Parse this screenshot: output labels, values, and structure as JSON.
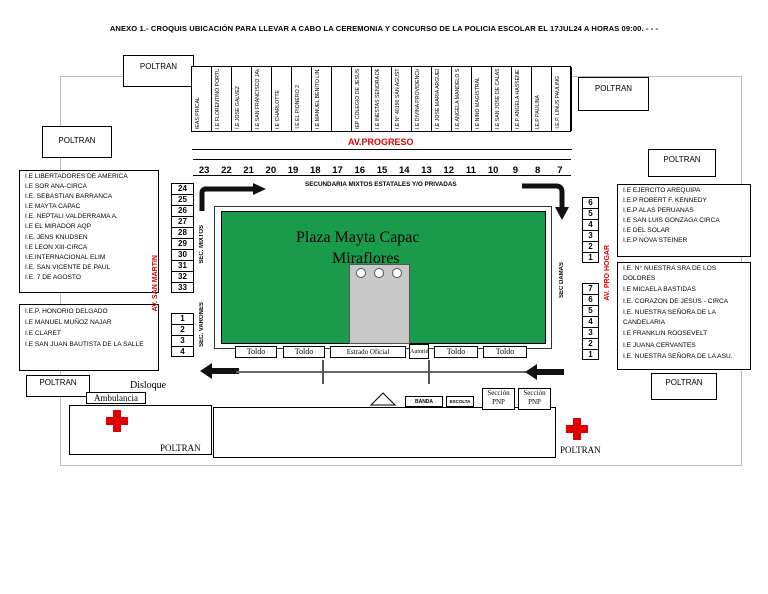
{
  "title": "ANEXO 1.- CROQUIS UBICACIÓN PARA LLEVAR A CABO LA CEREMONIA Y CONCURSO DE LA POLICIA ESCOLAR EL 17JUL24 A HORAS 09:00. - - -",
  "poltran": "POLTRAN",
  "top_schools": [
    "IEAS PRICAL",
    "I.E FLORENTINO PORTUGAL",
    "I.E JOSE GALVEZ",
    "I.E SAN FRANCISCO JAVIER",
    "I.E CHARLOTTE",
    "I.E EL PIONERO 2",
    "I.E MANUEL BENITO LINARES",
    "",
    "IEP COLEGIO DE JESUS",
    "I.E INESTAS SEÑORA DE LA CONSOLACION",
    "I.E N° 40190 SAN AGUSTIN DE HUNTER",
    "I.E DIVINA PROVIDENCIA CIRCA",
    "I.E JOSE MARIA ARGUEDAS",
    "I.E ANGELA MANDELO SOTO",
    "I.E NIÑO MAGISTRAL",
    "I.E SAN JOSE DE CALASANZ",
    "I.E.P ANGELA HASSENETH",
    "I.E.P PAULINA",
    "I.E.P. LINUS PAULING"
  ],
  "av_progreso": "AV.PROGRESO",
  "top_numbers": [
    "23",
    "22",
    "21",
    "20",
    "19",
    "18",
    "17",
    "16",
    "15",
    "14",
    "13",
    "12",
    "11",
    "10",
    "9",
    "8",
    "7"
  ],
  "secundaria_label": "SECUNDARIA MIXTOS ESTATALES  Y/O PRIVADAS",
  "left_list_upper": [
    "I.E LIBERTADORES DE AMERICA",
    "I.E SOR ANA-CIRCA",
    "I.E. SEBASTIAN BARRANCA",
    "I.E MAYTA CAPAC",
    "I.E. NEPTALI VALDERRAMA A.",
    "I.E EL MIRADOR AQP",
    "I.E. JENS KNUDSEN",
    "I.E LEON XIII-CIRCA",
    "I.E.INTERNACIONAL ELIM",
    "I.E. SAN VICENTE DE PAUL",
    "I.E. 7 DE AGOSTO"
  ],
  "left_nums_upper": [
    "24",
    "25",
    "26",
    "27",
    "28",
    "29",
    "30",
    "31",
    "32",
    "33"
  ],
  "left_list_lower": [
    "I.E.P. HONORIO DELGADO",
    "I.E MANUEL MUÑOZ NAJAR",
    "I.E CLARET",
    "I.E SAN JUAN BAUTISTA DE LA SALLE"
  ],
  "left_nums_lower": [
    "1",
    "2",
    "3",
    "4"
  ],
  "av_san_martin": "AV. SAN MARTIN",
  "sec_mixtos": "SEC. MIXTOS",
  "sec_varones": "SEC. VARONES",
  "sec_damas": "SEC DAMAS",
  "av_pro_hogar": "AV. PRO HOGAR",
  "right_list_upper": [
    "I.E EJERCITO AREQUIPA",
    "I.E.P ROBERT F. KENNEDY",
    "I.E.P ALAS PERUANAS",
    "I.E SAN LUIS GONZAGA CIRCA",
    "I.E DEL SOLAR",
    "I.E.P NOVA STEINER"
  ],
  "right_nums_upper": [
    "6",
    "5",
    "4",
    "3",
    "2",
    "1"
  ],
  "right_list_lower": [
    "I.E. N° NUESTRA SRA DE LOS DOLORES",
    "I.E MICAELA BASTIDAS",
    "I.E. CORAZON DE JESUS - CIRCA",
    "I.E. NUESTRA SEÑORA DE LA CANDELARIA",
    "I.E FRANKLIN ROOSEVELT",
    "I.E JUANA CERVANTES",
    "I.E. NUESTRA SEÑORA DE LA ASU."
  ],
  "right_nums_lower": [
    "7",
    "6",
    "5",
    "4",
    "3",
    "2",
    "1"
  ],
  "plaza_name": "Plaza Mayta Capac",
  "plaza_sub": "Miraflores",
  "toldo": "Toldo",
  "estrado": "Estrado Oficial",
  "autoridades": "Autoridades",
  "disloque": "Disloque",
  "ambulancia": "Ambulancia",
  "seccion_pnp": "Sección PNP",
  "banda": "BANDA",
  "escolta": "ESCOLTA",
  "colors": {
    "plaza": "#1a9b4c",
    "red": "#e00000",
    "arrow": "#111111"
  }
}
